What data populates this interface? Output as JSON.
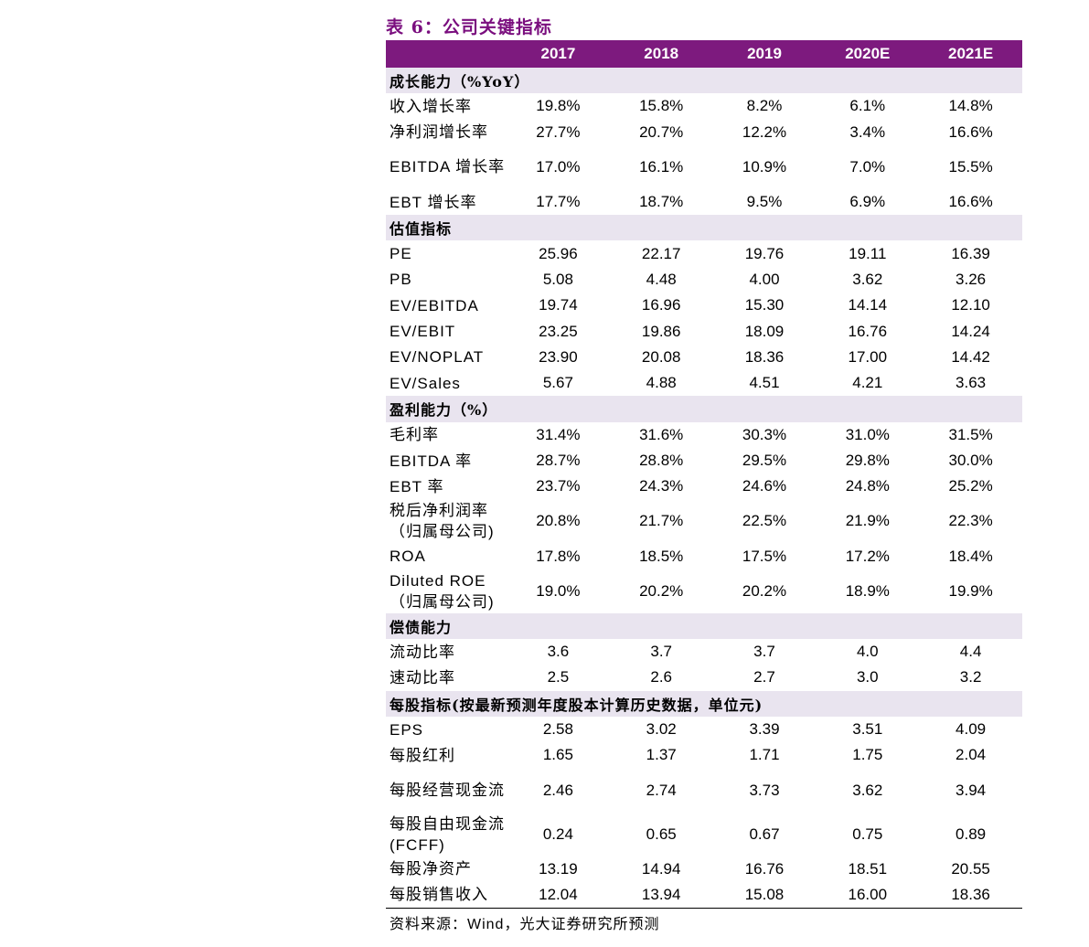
{
  "title": "表 6：公司关键指标",
  "header": {
    "blank": "",
    "years": [
      "2017",
      "2018",
      "2019",
      "2020E",
      "2021E"
    ]
  },
  "sections": [
    {
      "name": "成长能力（%YoY）",
      "rows": [
        {
          "label": "收入增长率",
          "values": [
            "19.8%",
            "15.8%",
            "8.2%",
            "6.1%",
            "14.8%"
          ]
        },
        {
          "label": "净利润增长率",
          "values": [
            "27.7%",
            "20.7%",
            "12.2%",
            "3.4%",
            "16.6%"
          ]
        },
        {
          "label": "EBITDA 增长率",
          "values": [
            "17.0%",
            "16.1%",
            "10.9%",
            "7.0%",
            "15.5%"
          ],
          "two": true
        },
        {
          "label": "EBT 增长率",
          "values": [
            "17.7%",
            "18.7%",
            "9.5%",
            "6.9%",
            "16.6%"
          ]
        }
      ]
    },
    {
      "name": "估值指标",
      "rows": [
        {
          "label": "PE",
          "values": [
            "25.96",
            "22.17",
            "19.76",
            "19.11",
            "16.39"
          ]
        },
        {
          "label": "PB",
          "values": [
            "5.08",
            "4.48",
            "4.00",
            "3.62",
            "3.26"
          ]
        },
        {
          "label": "EV/EBITDA",
          "values": [
            "19.74",
            "16.96",
            "15.30",
            "14.14",
            "12.10"
          ]
        },
        {
          "label": "EV/EBIT",
          "values": [
            "23.25",
            "19.86",
            "18.09",
            "16.76",
            "14.24"
          ]
        },
        {
          "label": "EV/NOPLAT",
          "values": [
            "23.90",
            "20.08",
            "18.36",
            "17.00",
            "14.42"
          ]
        },
        {
          "label": "EV/Sales",
          "values": [
            "5.67",
            "4.88",
            "4.51",
            "4.21",
            "3.63"
          ]
        }
      ]
    },
    {
      "name": "盈利能力（%）",
      "rows": [
        {
          "label": "毛利率",
          "values": [
            "31.4%",
            "31.6%",
            "30.3%",
            "31.0%",
            "31.5%"
          ]
        },
        {
          "label": "EBITDA 率",
          "values": [
            "28.7%",
            "28.8%",
            "29.5%",
            "29.8%",
            "30.0%"
          ]
        },
        {
          "label": "EBT 率",
          "values": [
            "23.7%",
            "24.3%",
            "24.6%",
            "24.8%",
            "25.2%"
          ]
        },
        {
          "label": "税后净利润率（归属母公司)",
          "values": [
            "20.8%",
            "21.7%",
            "22.5%",
            "21.9%",
            "22.3%"
          ],
          "two": true
        },
        {
          "label": "ROA",
          "values": [
            "17.8%",
            "18.5%",
            "17.5%",
            "17.2%",
            "18.4%"
          ]
        },
        {
          "label": "Diluted ROE（归属母公司)",
          "values": [
            "19.0%",
            "20.2%",
            "20.2%",
            "18.9%",
            "19.9%"
          ],
          "two": true
        }
      ]
    },
    {
      "name": "偿债能力",
      "rows": [
        {
          "label": "流动比率",
          "values": [
            "3.6",
            "3.7",
            "3.7",
            "4.0",
            "4.4"
          ]
        },
        {
          "label": "速动比率",
          "values": [
            "2.5",
            "2.6",
            "2.7",
            "3.0",
            "3.2"
          ]
        }
      ]
    },
    {
      "name": "每股指标(按最新预测年度股本计算历史数据，单位元)",
      "rows": [
        {
          "label": "EPS",
          "values": [
            "2.58",
            "3.02",
            "3.39",
            "3.51",
            "4.09"
          ]
        },
        {
          "label": "每股红利",
          "values": [
            "1.65",
            "1.37",
            "1.71",
            "1.75",
            "2.04"
          ]
        },
        {
          "label": "每股经营现金流",
          "values": [
            "2.46",
            "2.74",
            "3.73",
            "3.62",
            "3.94"
          ],
          "two": true
        },
        {
          "label": "每股自由现金流(FCFF)",
          "values": [
            "0.24",
            "0.65",
            "0.67",
            "0.75",
            "0.89"
          ],
          "two": true
        },
        {
          "label": "每股净资产",
          "values": [
            "13.19",
            "14.94",
            "16.76",
            "18.51",
            "20.55"
          ]
        },
        {
          "label": "每股销售收入",
          "values": [
            "12.04",
            "13.94",
            "15.08",
            "16.00",
            "18.36"
          ]
        }
      ]
    }
  ],
  "source": "资料来源：Wind，光大证券研究所预测"
}
